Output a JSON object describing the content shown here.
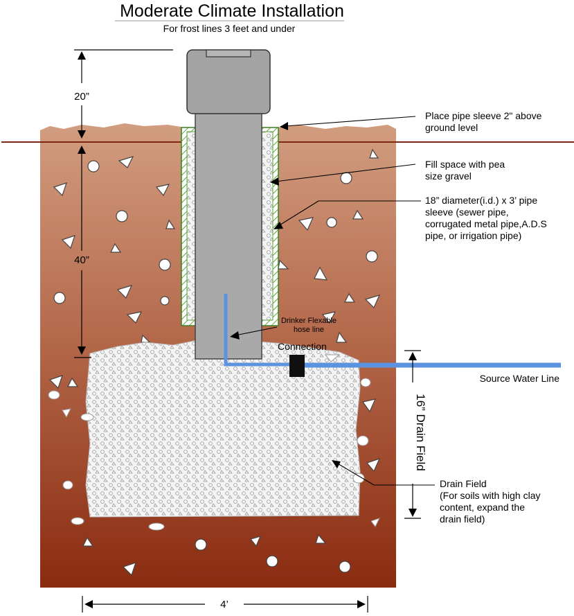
{
  "header": {
    "title": "Moderate Climate Installation",
    "subtitle": "For frost lines 3 feet and under"
  },
  "dimensions": {
    "above_ground": "20”",
    "below_ground": "40”",
    "drain_field_height": "16” Drain Field",
    "width": "4’"
  },
  "callouts": {
    "sleeve_above_line1": "Place pipe sleeve 2\" above",
    "sleeve_above_line2": "ground level",
    "gravel_line1": "Fill space with pea",
    "gravel_line2": "size gravel",
    "sleeve_line1": "18” diameter(i.d.) x 3’ pipe",
    "sleeve_line2": "sleeve (sewer pipe,",
    "sleeve_line3": "corrugated metal pipe,A.D.S",
    "sleeve_line4": "pipe, or irrigation pipe)",
    "hose_line1": "Drinker Flexable",
    "hose_line2": "hose line",
    "connection": "Connection",
    "source_water": "Source Water Line",
    "drain_line1": "Drain Field",
    "drain_line2": "(For soils with high clay",
    "drain_line3": "content, expand the",
    "drain_line4": "drain field)"
  },
  "colors": {
    "soil_top": "#d19a7c",
    "soil_bottom": "#8c2d12",
    "pipe": "#a9a9a9",
    "sleeve": "#5aa63a",
    "water": "#5b93e0",
    "ground_line": "#7a2a10"
  }
}
